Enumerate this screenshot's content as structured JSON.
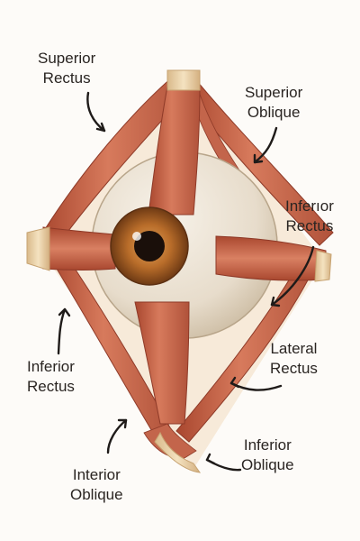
{
  "labels": {
    "superior_rectus": [
      "Superior",
      "Rectus"
    ],
    "superior_oblique": [
      "Superior",
      "Oblique"
    ],
    "inferior_rectus_right": [
      "Inferıor",
      "Rectus"
    ],
    "inferior_rectus_left": [
      "Inferior",
      "Rectus"
    ],
    "lateral_rectus": [
      "Lateral",
      "Rectus"
    ],
    "inferior_oblique": [
      "Inferior",
      "Oblique"
    ],
    "interior_oblique": [
      "Interior",
      "Oblique"
    ]
  },
  "colors": {
    "muscle": "#c8684e",
    "muscle_dark": "#9a3f2c",
    "tendon": "#ecd3a8",
    "eyeball": "#ece4d6",
    "iris": "#b96d2a",
    "pupil": "#1a0f0a",
    "arrow": "#1f1b19"
  }
}
